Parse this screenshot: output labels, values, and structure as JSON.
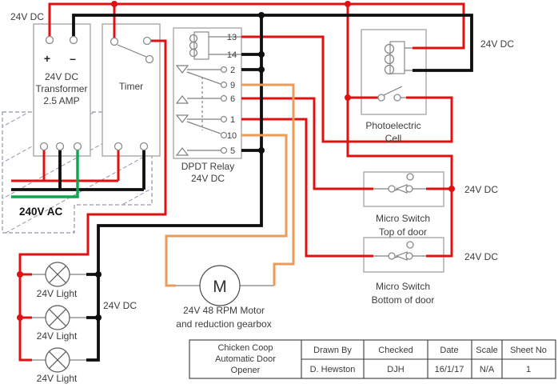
{
  "diagram": {
    "labels": {
      "supply_top_left": "24V DC",
      "supply_photocell": "24V DC",
      "supply_ms_top": "24V DC",
      "supply_ms_bottom": "24V DC",
      "supply_lights": "24V DC",
      "mains": "240V AC"
    },
    "transformer": {
      "plus": "+",
      "minus": "–",
      "lines": [
        "24V DC",
        "Transformer",
        "2.5 AMP"
      ]
    },
    "timer": {
      "label": "Timer"
    },
    "relay": {
      "pins": [
        "13",
        "14",
        "2",
        "9",
        "6",
        "1",
        "10",
        "5"
      ],
      "lines": [
        "DPDT Relay",
        "24V DC"
      ]
    },
    "photocell": {
      "lines": [
        "Photoelectric",
        "Cell"
      ]
    },
    "ms_top": {
      "lines": [
        "Micro Switch",
        "Top of door"
      ]
    },
    "ms_bottom": {
      "lines": [
        "Micro Switch",
        "Bottom of door"
      ]
    },
    "motor": {
      "symbol": "M",
      "lines": [
        "24V 48 RPM Motor",
        "and reduction gearbox"
      ]
    },
    "lights": [
      "24V Light",
      "24V Light",
      "24V Light"
    ],
    "colors": {
      "positive_wire": "#e01112",
      "negative_wire": "#0f0f0f",
      "motor_wire": "#ec9b59",
      "earth_wire": "#0ca64f"
    },
    "title_block": {
      "project": [
        "Chicken Coop",
        "Automatic Door",
        "Opener"
      ],
      "columns": [
        {
          "header": "Drawn By",
          "value": "D. Hewston"
        },
        {
          "header": "Checked",
          "value": "DJH"
        },
        {
          "header": "Date",
          "value": "16/1/17"
        },
        {
          "header": "Scale",
          "value": "N/A"
        },
        {
          "header": "Sheet No",
          "value": "1"
        }
      ]
    }
  }
}
